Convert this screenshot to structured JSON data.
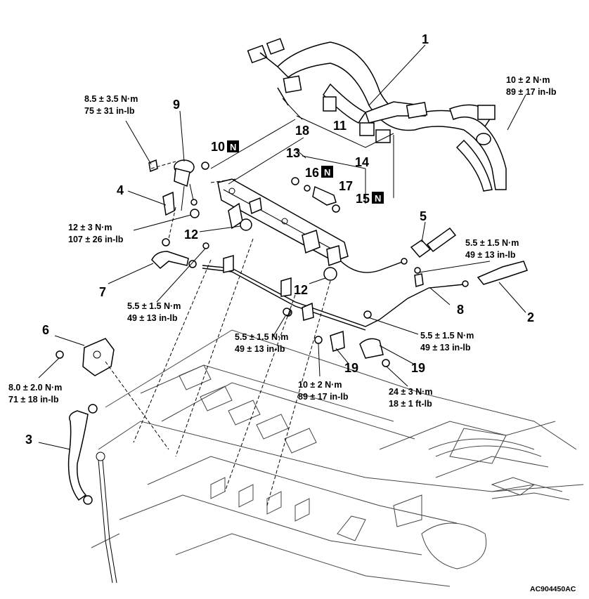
{
  "callouts": {
    "c1": "1",
    "c2": "2",
    "c3": "3",
    "c4": "4",
    "c5": "5",
    "c6": "6",
    "c7": "7",
    "c8": "8",
    "c9": "9",
    "c10": "10",
    "c11": "11",
    "c12a": "12",
    "c12b": "12",
    "c13": "13",
    "c14": "14",
    "c15": "15",
    "c16": "16",
    "c17": "17",
    "c18": "18",
    "c19a": "19",
    "c19b": "19"
  },
  "new_marker": "N",
  "torques": {
    "t_top_right": [
      "10 ± 2 N·m",
      "89 ± 17 in-lb"
    ],
    "t_9": [
      "8.5 ± 3.5 N·m",
      "75 ± 31 in-lb"
    ],
    "t_bolt12": [
      "12 ± 3 N·m",
      "107 ± 26 in-lb"
    ],
    "t_5": [
      "5.5 ± 1.5 N·m",
      "49 ± 13 in-lb"
    ],
    "t_7": [
      "5.5 ± 1.5 N·m",
      "49 ± 13 in-lb"
    ],
    "t_mid": [
      "5.5 ± 1.5 N·m",
      "49 ± 13 in-lb"
    ],
    "t_8": [
      "5.5 ± 1.5 N·m",
      "49 ± 13 in-lb"
    ],
    "t_6": [
      "8.0 ± 2.0 N·m",
      "71 ± 18 in-lb"
    ],
    "t_19a": [
      "10 ± 2 N·m",
      "89 ± 17 in-lb"
    ],
    "t_19b": [
      "24 ± 3 N·m",
      "18 ± 1 ft-lb"
    ]
  },
  "figure_code": "AC904450AC"
}
